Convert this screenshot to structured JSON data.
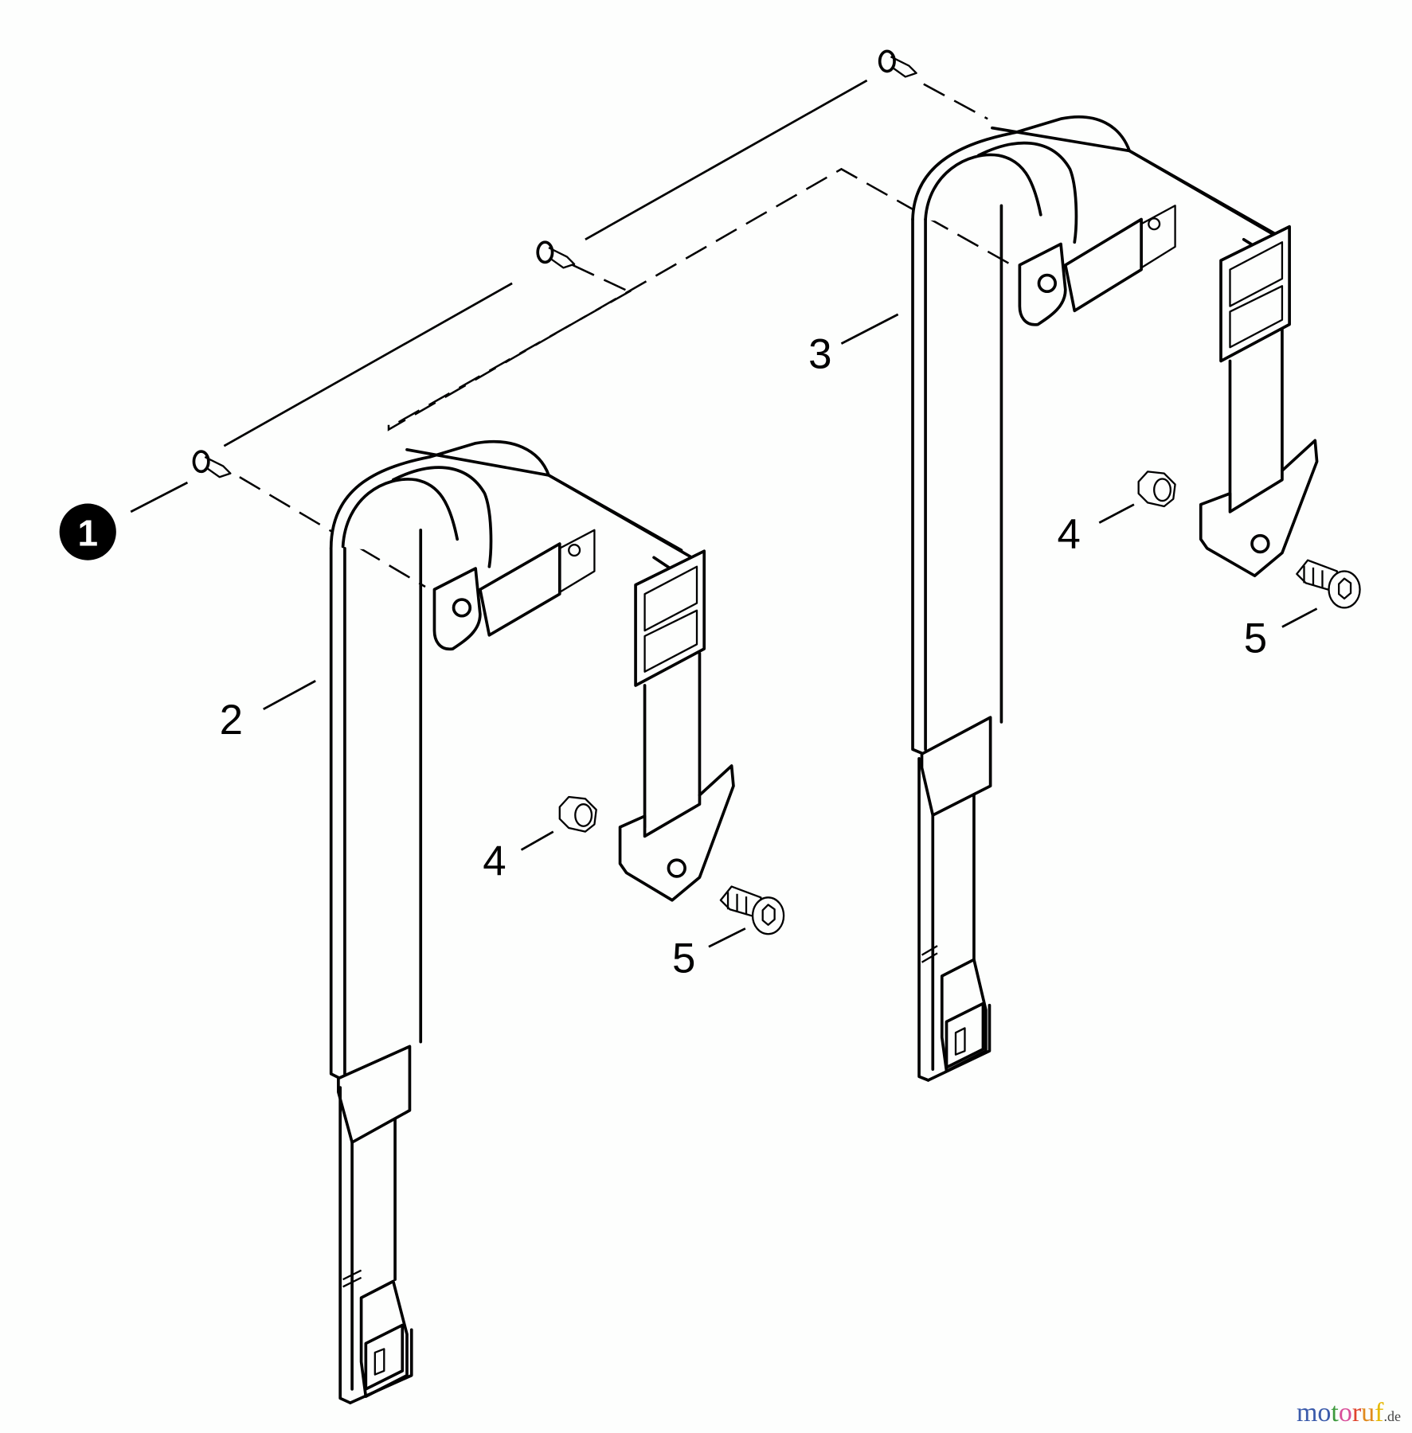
{
  "diagram": {
    "type": "exploded parts diagram",
    "subject": "backpack shoulder straps assembly",
    "callouts": [
      {
        "id": "1",
        "label": "1",
        "style": "filled-circle",
        "part": "screw / clip (3x)"
      },
      {
        "id": "2",
        "label": "2",
        "style": "plain",
        "part": "left shoulder strap"
      },
      {
        "id": "3",
        "label": "3",
        "style": "plain",
        "part": "right shoulder strap"
      },
      {
        "id": "4a",
        "label": "4",
        "style": "plain",
        "part": "nut (left strap)"
      },
      {
        "id": "4b",
        "label": "4",
        "style": "plain",
        "part": "nut (right strap)"
      },
      {
        "id": "5a",
        "label": "5",
        "style": "plain",
        "part": "socket head bolt (left strap)"
      },
      {
        "id": "5b",
        "label": "5",
        "style": "plain",
        "part": "socket head bolt (right strap)"
      }
    ]
  },
  "watermark": {
    "letters": [
      "m",
      "o",
      "t",
      "o",
      "r",
      "u",
      "f"
    ],
    "colors": [
      "#3b5bab",
      "#3b5bab",
      "#3e9a3e",
      "#d94f9a",
      "#e0442e",
      "#e08a1e",
      "#e6b800"
    ],
    "suffix": ".de"
  }
}
